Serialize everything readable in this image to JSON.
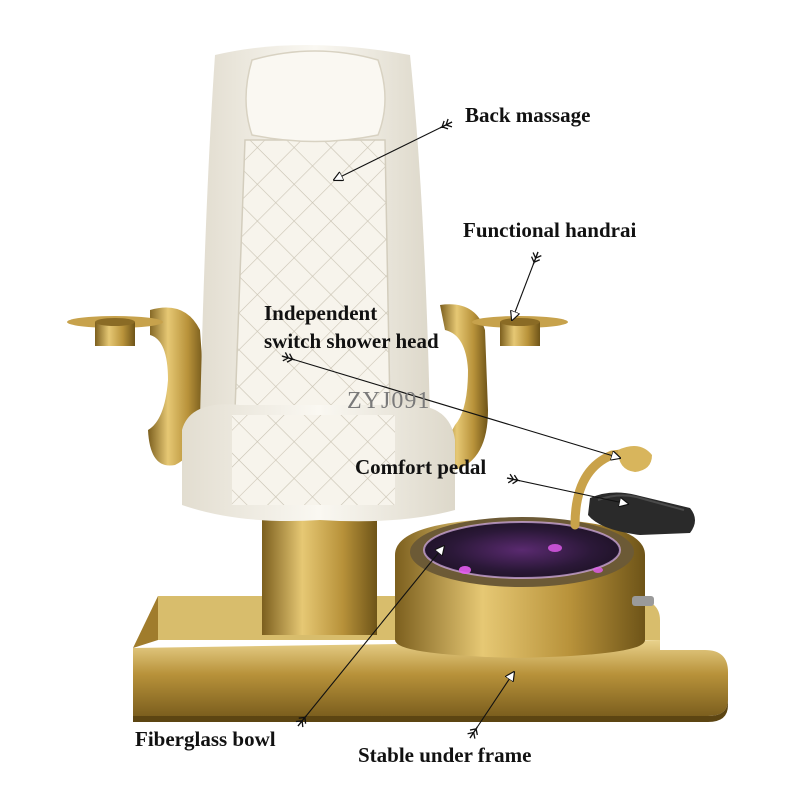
{
  "labels": {
    "back_massage": "Back massage",
    "functional_handrail": "Functional handrai",
    "shower_line1": "Independent",
    "shower_line2": "switch shower head",
    "comfort_pedal": "Comfort pedal",
    "fiberglass_bowl": "Fiberglass bowl",
    "stable_frame": "Stable under frame"
  },
  "watermark": "ZYJ091",
  "colors": {
    "gold": "#b8923a",
    "gold_light": "#e9d28c",
    "gold_dark": "#6e5418",
    "leather": "#f3f0e7",
    "leather_shadow": "#d9d4c6",
    "pedal": "#2a2a2a",
    "bowl_glow": "#c040d0"
  }
}
